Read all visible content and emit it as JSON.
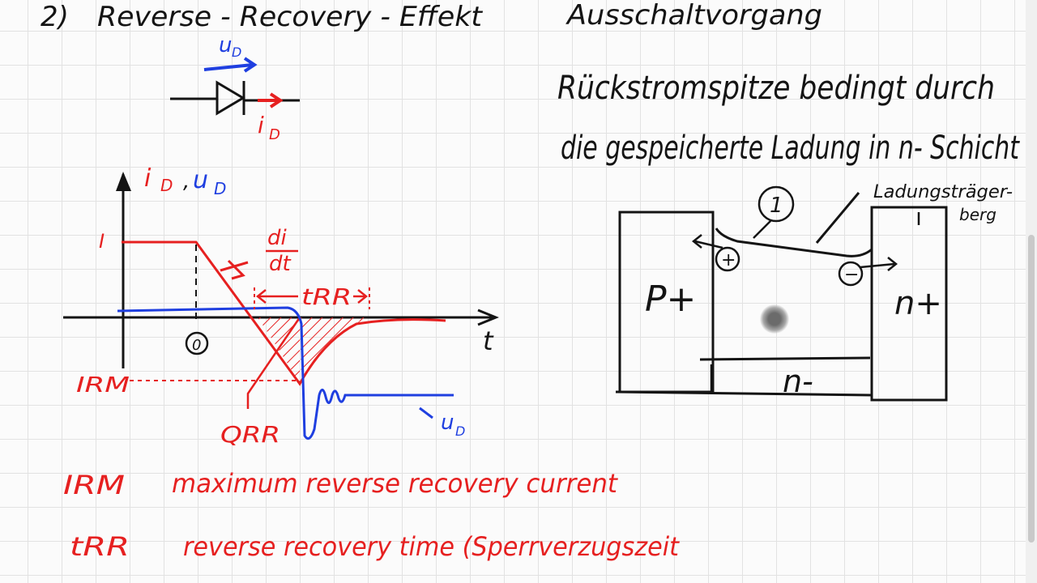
{
  "colors": {
    "ink": "#141414",
    "red": "#e62020",
    "blue": "#1f3fe0"
  },
  "header": {
    "section_number": "2)",
    "title": "Reverse - Recovery - Effekt",
    "subtitle": "Ausschaltvorgang"
  },
  "diode_symbol": {
    "voltage_label": "u",
    "voltage_sub": "D",
    "current_label": "i",
    "current_sub": "D"
  },
  "graph": {
    "y_axis_label_i": "i",
    "y_axis_sub_i": "D",
    "y_axis_sep": ",",
    "y_axis_label_u": "u",
    "y_axis_sub_u": "D",
    "x_axis_label": "t",
    "level_I": "I",
    "level_IRM": "IRM",
    "time_zero_marker": "0",
    "slope_num": "di",
    "slope_den": "dt",
    "trr_label": "tRR",
    "qrr_label": "QRR",
    "ud_label": "u",
    "ud_sub": "D"
  },
  "notes": {
    "line1": "Rückstromspitze bedingt durch",
    "line2": "die gespeicherte Ladung in n- Schicht"
  },
  "pn_diagram": {
    "left_region": "P+",
    "right_region": "n+",
    "middle_region": "n-",
    "marker": "1",
    "carrier_label_line1": "Ladungsträger-",
    "carrier_label_line2": "berg",
    "hole_symbol": "+",
    "electron_symbol": "−"
  },
  "definitions": [
    {
      "abbr": "IRM",
      "text": "maximum reverse recovery current"
    },
    {
      "abbr": "tRR",
      "text": "reverse recovery time (Sperrverzugszeit"
    }
  ]
}
